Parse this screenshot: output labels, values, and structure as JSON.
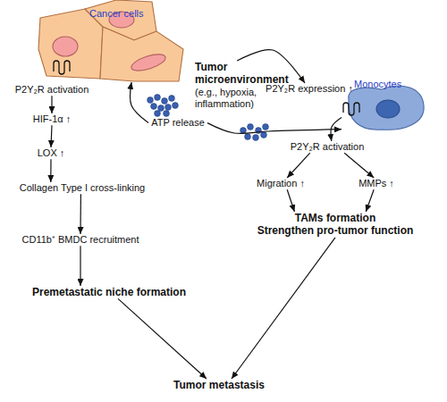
{
  "diagram": {
    "nodes": [
      {
        "text": [
          "Cancer cells"
        ]
      },
      {
        "text": [
          "P2Y₂R activation"
        ]
      },
      {
        "text": [
          "Tumor microenvironment",
          "(e.g., hypoxia, inflammation)"
        ]
      },
      {
        "text": [
          "ATP release"
        ]
      },
      {
        "text": [
          "P2Y₂R expression ↑"
        ]
      },
      {
        "text": [
          "Monocytes"
        ]
      },
      {
        "text": [
          "HIF-1α ↑"
        ]
      },
      {
        "text": [
          "P2Y₂R activation"
        ]
      },
      {
        "text": [
          "LOX ↑"
        ]
      },
      {
        "text": [
          "Migration ↑"
        ]
      },
      {
        "text": [
          "MMPs ↑"
        ]
      },
      {
        "text": [
          "Collagen Type I cross-linking"
        ]
      },
      {
        "text": [
          "TAMs formation",
          "Strengthen pro-tumor function"
        ]
      },
      {
        "text": [
          "CD11b⁺ BMDC recruitment"
        ]
      },
      {
        "text": [
          "Premetastatic niche formation"
        ]
      },
      {
        "text": [
          "Tumor metastasis"
        ]
      }
    ],
    "edges": [
      {
        "from": 2,
        "to": 4,
        "arrow": "to"
      },
      {
        "from": 3,
        "to": 0,
        "arrow": "to"
      },
      {
        "from": 3,
        "to": 5,
        "arrow": "to"
      },
      {
        "from": 1,
        "to": 6,
        "arrow": "to"
      },
      {
        "from": 6,
        "to": 8,
        "arrow": "to"
      },
      {
        "from": 8,
        "to": 11,
        "arrow": "to"
      },
      {
        "from": 11,
        "to": 13,
        "arrow": "to"
      },
      {
        "from": 13,
        "to": 14,
        "arrow": "to"
      },
      {
        "from": 14,
        "to": 15,
        "arrow": "to"
      },
      {
        "from": 5,
        "to": 7,
        "arrow": "to"
      },
      {
        "from": 7,
        "to": 9,
        "arrow": "to"
      },
      {
        "from": 7,
        "to": 10,
        "arrow": "to"
      },
      {
        "from": 9,
        "to": 12,
        "arrow": "to"
      },
      {
        "from": 10,
        "to": 12,
        "arrow": "to"
      },
      {
        "from": 12,
        "to": 15,
        "arrow": "to"
      }
    ]
  }
}
